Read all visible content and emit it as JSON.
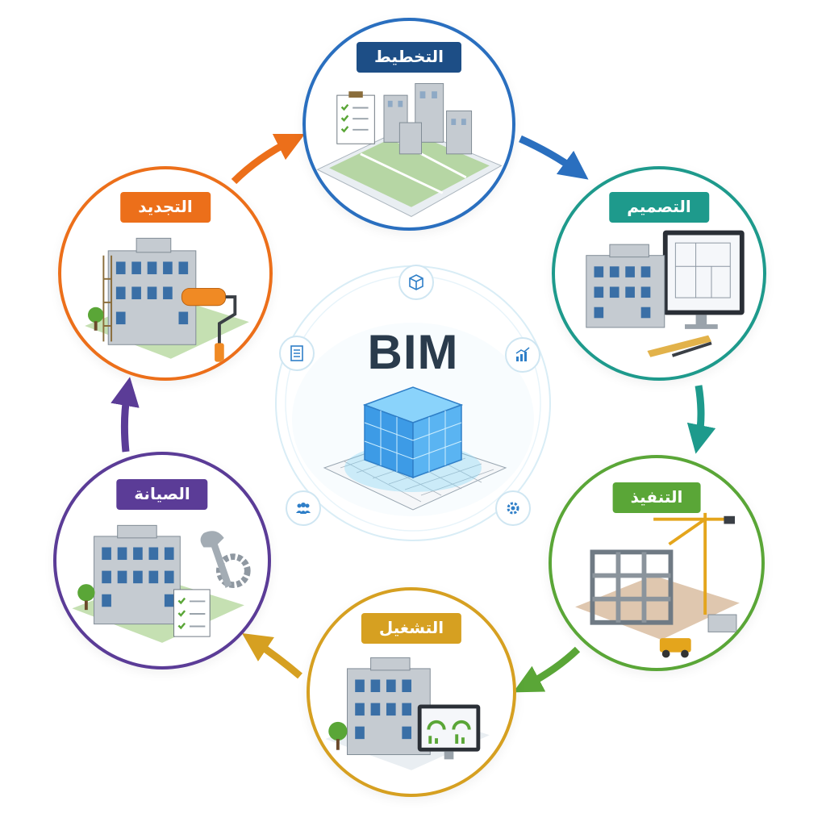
{
  "center": {
    "title": "BIM"
  },
  "hub_icons": [
    "cube-icon",
    "chart-icon",
    "settings-icon",
    "team-icon",
    "document-icon"
  ],
  "stages": [
    {
      "id": "planning",
      "label": "التخطيط",
      "color": "#1d4e86"
    },
    {
      "id": "design",
      "label": "التصميم",
      "color": "#1e9a8c"
    },
    {
      "id": "construction",
      "label": "التنفيذ",
      "color": "#5aa637"
    },
    {
      "id": "operation",
      "label": "التشغيل",
      "color": "#d6a021"
    },
    {
      "id": "maintenance",
      "label": "الصيانة",
      "color": "#5b3c97"
    },
    {
      "id": "renovation",
      "label": "التجديد",
      "color": "#ec6f1a"
    }
  ],
  "arrow_colors": {
    "planning_to_design": "#2a6fbf",
    "design_to_construction": "#1e9a8c",
    "construction_to_operation": "#5aa637",
    "operation_to_maintenance": "#d6a021",
    "maintenance_to_renovation": "#5b3c97",
    "renovation_to_planning": "#ec6f1a"
  }
}
